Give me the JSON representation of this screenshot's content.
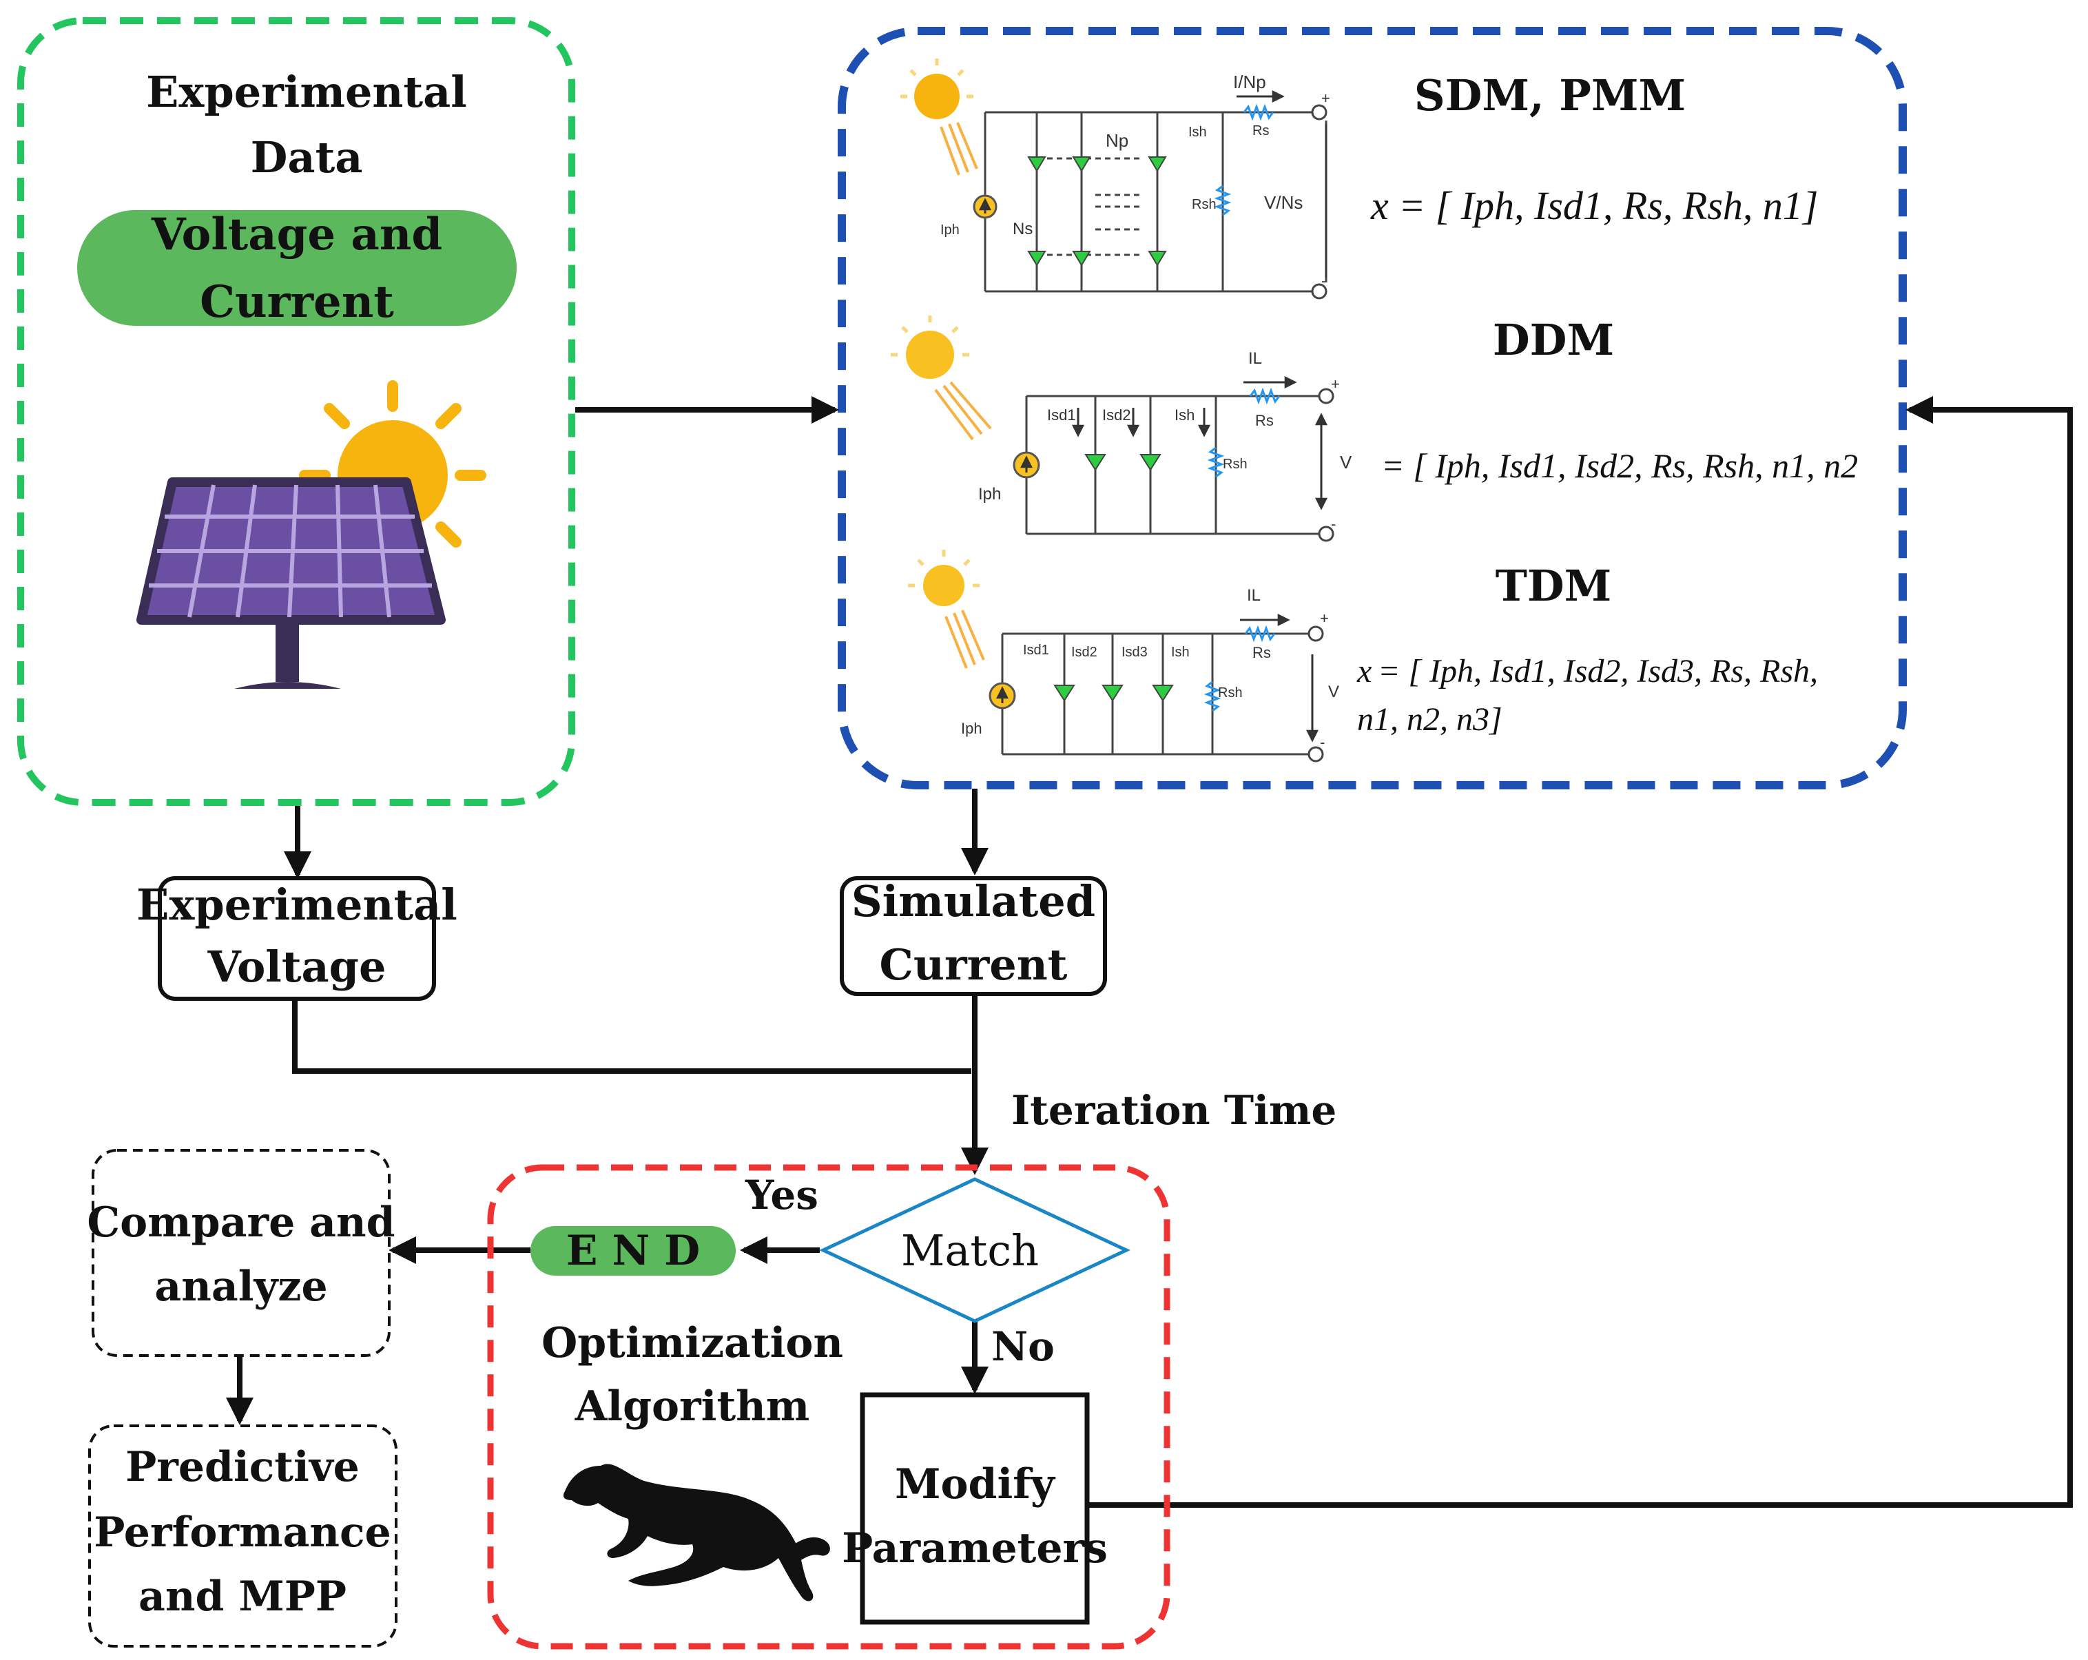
{
  "colors": {
    "green_dash": "#22c55e",
    "blue_dash": "#1e4fb3",
    "red_dash": "#ee3333",
    "green_fill": "#5cb85c",
    "panel_purple": "#6a4fa3",
    "panel_frame": "#3a2e57",
    "sun": "#f8b40e",
    "diode": "#2ecc40",
    "match_stroke": "#1b86c6",
    "resistor": "#2196f3"
  },
  "data_box": {
    "title_line1": "Experimental",
    "title_line2": "Data",
    "pill_line1": "Voltage and",
    "pill_line2": "Current"
  },
  "models": {
    "sdm": {
      "title": "SDM, PMM",
      "eq_x": "x",
      "eq": "= [ Iph, Isd1, Rs, Rsh, n1]",
      "lbl_in": "I/Np",
      "lbl_rs": "Rs",
      "lbl_np": "Np",
      "lbl_ns": "Ns",
      "lbl_ish": "Ish",
      "lbl_rsh": "Rsh",
      "lbl_v": "V/Ns",
      "lbl_iph": "Iph",
      "plus": "+",
      "minus": "-"
    },
    "ddm": {
      "title": "DDM",
      "eq": "= [ Iph, Isd1, Isd2, Rs, Rsh, n1, n2",
      "lbl_il": "IL",
      "lbl_rs": "Rs",
      "lbl_isd1": "Isd1",
      "lbl_isd2": "Isd2",
      "lbl_ish": "Ish",
      "lbl_rsh": "Rsh",
      "lbl_v": "V",
      "lbl_iph": "Iph",
      "plus": "+",
      "minus": "-"
    },
    "tdm": {
      "title": "TDM",
      "eq_x": "x",
      "eq_line1": "= [ Iph, Isd1, Isd2, Isd3, Rs, Rsh,",
      "eq_line2": "n1, n2, n3]",
      "lbl_il": "IL",
      "lbl_rs": "Rs",
      "lbl_isd1": "Isd1",
      "lbl_isd2": "Isd2",
      "lbl_isd3": "Isd3",
      "lbl_ish": "Ish",
      "lbl_rsh": "Rsh",
      "lbl_v": "V",
      "lbl_iph": "Iph",
      "plus": "+",
      "minus": "-"
    }
  },
  "boxes": {
    "exp_voltage_line1": "Experimental",
    "exp_voltage_line2": "Voltage",
    "sim_current_line1": "Simulated",
    "sim_current_line2": "Current",
    "compare_line1": "Compare and",
    "compare_line2": "analyze",
    "predictive_line1": "Predictive",
    "predictive_line2": "Performance",
    "predictive_line3": "and MPP",
    "modify_line1": "Modify",
    "modify_line2": "Parameters",
    "end": "E N D"
  },
  "labels": {
    "iteration": "Iteration Time",
    "match": "Match",
    "yes": "Yes",
    "no": "No",
    "optimization_line1": "Optimization",
    "optimization_line2": "Algorithm"
  }
}
